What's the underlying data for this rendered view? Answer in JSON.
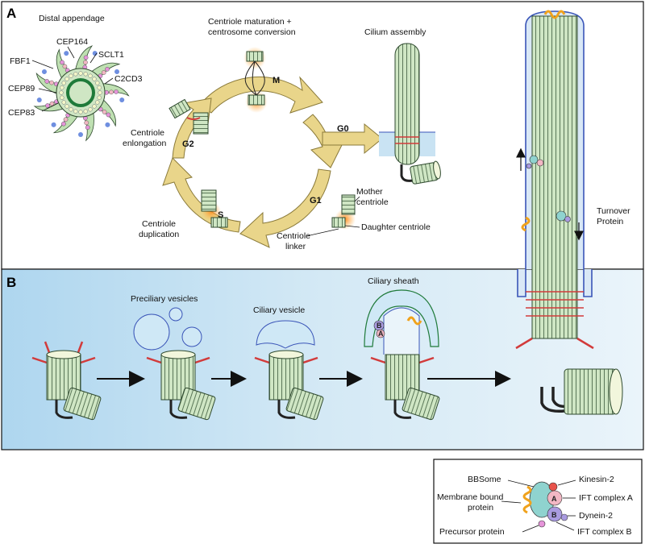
{
  "panel_a": {
    "letter": "A",
    "distal_appendage": {
      "title": "Distal appendage",
      "labels": [
        "CEP164",
        "SCLT1",
        "FBF1",
        "C2CD3",
        "CEP89",
        "CEP83"
      ]
    },
    "cycle": {
      "title_line1": "Centriole maturation +",
      "title_line2": "centrosome conversion",
      "phases": [
        "M",
        "G0",
        "G1",
        "S",
        "G2"
      ],
      "elongation_line1": "Centriole",
      "elongation_line2": "enlongation",
      "duplication_line1": "Centriole",
      "duplication_line2": "duplication",
      "linker_line1": "Centriole",
      "linker_line2": "linker",
      "mother_line1": "Mother",
      "mother_line2": "centriole",
      "daughter": "Daughter centriole"
    },
    "cilium_assembly": "Cilium assembly",
    "turnover_line1": "Turnover",
    "turnover_line2": "Protein"
  },
  "panel_b": {
    "letter": "B",
    "preciliary": "Preciliary vesicles",
    "ciliary_vesicle": "Ciliary vesicle",
    "ciliary_sheath": "Ciliary sheath",
    "particle_letters": [
      "B",
      "A"
    ]
  },
  "legend": {
    "bbsome": "BBSome",
    "kinesin": "Kinesin-2",
    "ift_a": "IFT complex A",
    "membrane_line1": "Membrane bound",
    "membrane_line2": "protein",
    "dynein": "Dynein-2",
    "precursor": "Precursor protein",
    "ift_b": "IFT complex B",
    "letter_a": "A",
    "letter_b": "B"
  },
  "colors": {
    "centriole_fill": "#cfe6c4",
    "centriole_stroke": "#2f4a2f",
    "cycle_arrow": "#e9d58a",
    "panel_b_bg": "#c9e3f3",
    "membrane": "#3a55b8",
    "appendage_red": "#d23b3b",
    "kinesin": "#e8534b",
    "ift_a": "#f2b7c4",
    "ift_b": "#a99be0",
    "bbsome": "#8fd3cf",
    "cargo": "#f0a21c"
  }
}
